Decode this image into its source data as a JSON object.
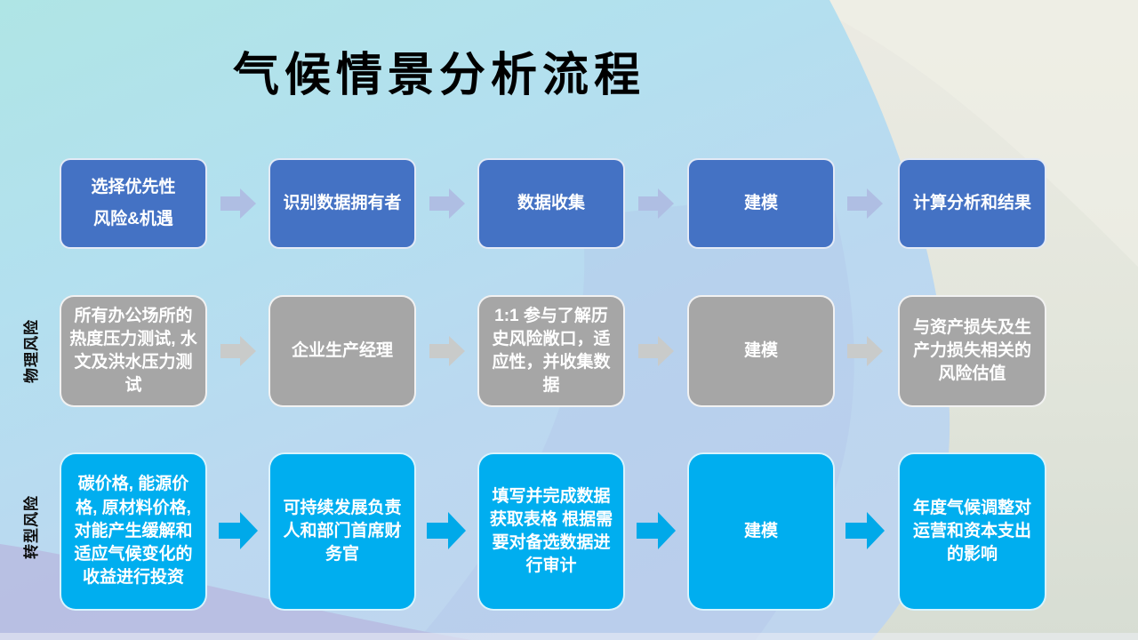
{
  "slide": {
    "title": "气候情景分析流程",
    "background_colors": {
      "aqua_top_left": "#AFE5E5",
      "blue_center": "#BCD9F0",
      "beige_top_right": "#EBEAE2",
      "green_bottom_right": "#D7DDD3",
      "lavender_bottom_left": "#B8BDE1"
    }
  },
  "flow": {
    "rows": [
      {
        "label": "",
        "box_color": "#4472C4",
        "arrow_color": "#AFBEE3",
        "boxes": [
          "选择优先性\n风险&机遇",
          "识别数据拥有者",
          "数据收集",
          "建模",
          "计算分析和结果"
        ]
      },
      {
        "label": "物理风险",
        "box_color": "#A6A6A6",
        "arrow_color": "#C9CBCA",
        "boxes": [
          "所有办公场所的热度压力测试, 水文及洪水压力测试",
          "企业生产经理",
          "1:1 参与了解历史风险敞口，适应性，并收集数据",
          "建模",
          "与资产损失及生产力损失相关的风险估值"
        ]
      },
      {
        "label": "转型风险",
        "box_color": "#00AEEF",
        "arrow_color": "#00A9E9",
        "boxes": [
          "碳价格, 能源价格, 原材料价格, 对能产生缓解和适应气候变化的收益进行投资",
          "可持续发展负责人和部门首席财务官",
          "填写并完成数据获取表格 根据需要对备选数据进行审计",
          "建模",
          "年度气候调整对运营和资本支出的影响"
        ]
      }
    ]
  }
}
